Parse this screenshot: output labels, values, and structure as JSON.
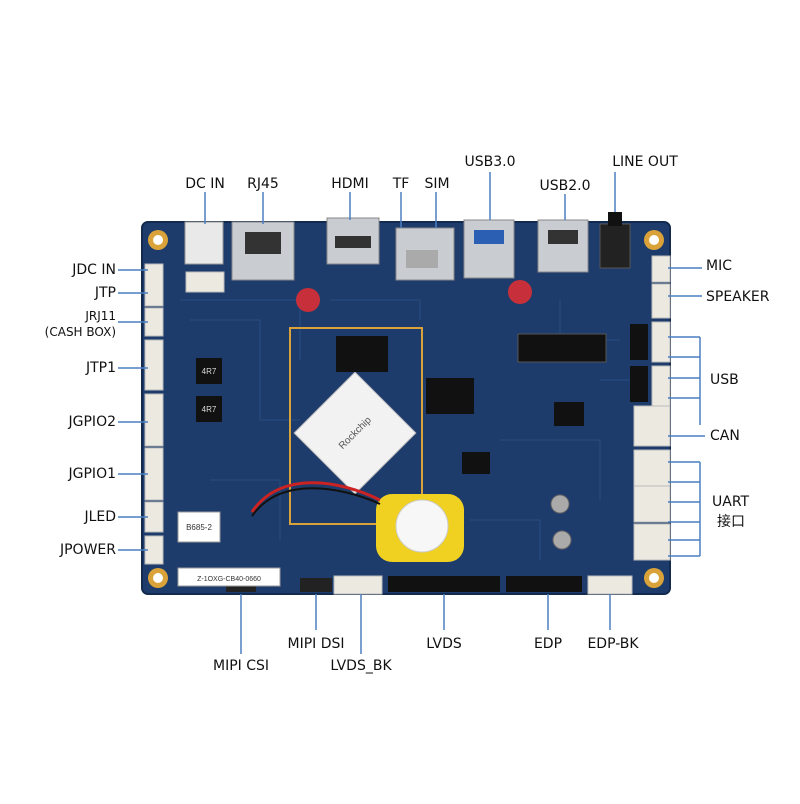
{
  "colors": {
    "pcb": "#1e3c6b",
    "pcb_dark": "#152d54",
    "trace": "#2a4f86",
    "gold": "#d9a33a",
    "silver": "#c9cdd2",
    "connector": "#ece9e1",
    "chip": "#111111",
    "leader": "#4a7fc0",
    "battery": "#f0d020"
  },
  "labels": {
    "dc_in": "DC IN",
    "rj45": "RJ45",
    "hdmi": "HDMI",
    "tf": "TF",
    "sim": "SIM",
    "usb30": "USB3.0",
    "usb20": "USB2.0",
    "line_out": "LINE OUT",
    "mic": "MIC",
    "speaker": "SPEAKER",
    "usb": "USB",
    "can": "CAN",
    "uart": "UART",
    "uart_cn": "接口",
    "jdc_in": "JDC IN",
    "jtp": "JTP",
    "jrj11": "JRJ11",
    "cash_box": "(CASH BOX)",
    "jtp1": "JTP1",
    "jgpio2": "JGPIO2",
    "jgpio1": "JGPIO1",
    "jled": "JLED",
    "jpower": "JPOWER",
    "mipi_csi": "MIPI CSI",
    "mipi_dsi": "MIPI DSI",
    "lvds_bk": "LVDS_BK",
    "lvds": "LVDS",
    "edp": "EDP",
    "edp_bk": "EDP-BK"
  },
  "board_text": {
    "soc_brand": "Rockchip",
    "inductor_1": "4R7",
    "inductor_2": "4R7",
    "module_code": "B685-2",
    "serial": "Z-1OXG-CB40-0660"
  },
  "icons": [
    "soc-chip-icon",
    "coin-battery-icon",
    "usb-port-icon",
    "ethernet-port-icon",
    "hdmi-port-icon",
    "audio-jack-icon"
  ]
}
